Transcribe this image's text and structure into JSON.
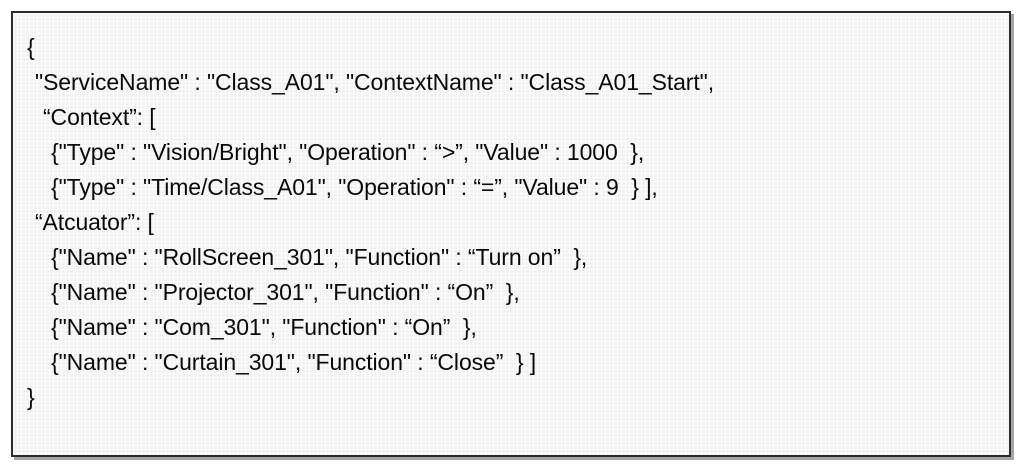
{
  "document": {
    "kind": "json-code-listing",
    "colors": {
      "page_background": "#ffffff",
      "panel_background": "#f1f1f1",
      "panel_border": "#2b2b2b",
      "text": "#0a0a0a",
      "panel_shadow": "#5a5a5a"
    }
  },
  "code": {
    "lines": [
      {
        "indent": 0,
        "text": "{"
      },
      {
        "indent": 1,
        "text": "\"ServiceName\" : \"Class_A01\", \"ContextName\" : \"Class_A01_Start\","
      },
      {
        "indent": 2,
        "text": "“Context”: ["
      },
      {
        "indent": 3,
        "text": "{\"Type\" : \"Vision/Bright\", \"Operation\" : “>”, \"Value\" : 1000  },"
      },
      {
        "indent": 3,
        "text": "{\"Type\" : \"Time/Class_A01\", \"Operation\" : “=”, \"Value\" : 9  } ],"
      },
      {
        "indent": 1,
        "text": "“Atcuator”: ["
      },
      {
        "indent": 3,
        "text": "{\"Name\" : \"RollScreen_301\", \"Function\" : “Turn on”  },"
      },
      {
        "indent": 3,
        "text": "{\"Name\" : \"Projector_301\", \"Function\" : “On”  },"
      },
      {
        "indent": 3,
        "text": "{\"Name\" : \"Com_301\", \"Function\" : “On”  },"
      },
      {
        "indent": 3,
        "text": "{\"Name\" : \"Curtain_301\", \"Function\" : “Close”  } ]"
      },
      {
        "indent": 0,
        "text": "}"
      }
    ],
    "values": {
      "service_name": "Class_A01",
      "context_name": "Class_A01_Start",
      "context_conditions": [
        {
          "type": "Vision/Bright",
          "operation": ">",
          "value": "1000"
        },
        {
          "type": "Time/Class_A01",
          "operation": "=",
          "value": "9"
        }
      ],
      "actuators": [
        {
          "name": "RollScreen_301",
          "function": "Turn on"
        },
        {
          "name": "Projector_301",
          "function": "On"
        },
        {
          "name": "Com_301",
          "function": "On"
        },
        {
          "name": "Curtain_301",
          "function": "Close"
        }
      ]
    }
  }
}
